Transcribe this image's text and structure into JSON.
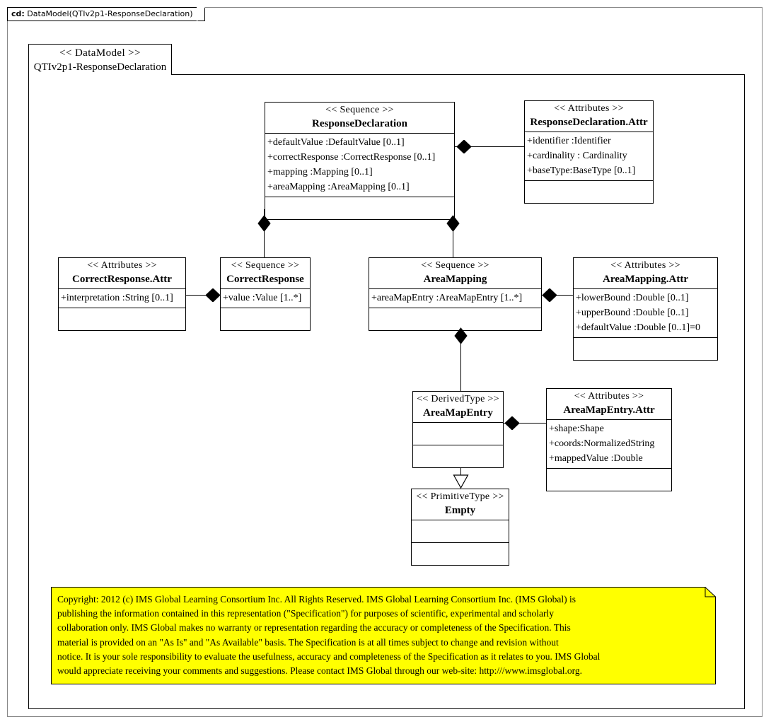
{
  "frame": {
    "kind": "cd:",
    "title": "DataModel(QTIv2p1-ResponseDeclaration)"
  },
  "package": {
    "stereotype": "<< DataModel >>",
    "name": "QTIv2p1-ResponseDeclaration"
  },
  "classes": {
    "response_declaration": {
      "stereotype": "<< Sequence >>",
      "name": "ResponseDeclaration",
      "attributes": [
        "+defaultValue  :DefaultValue  [0..1]",
        "+correctResponse :CorrectResponse [0..1]",
        "+mapping :Mapping [0..1]",
        "+areaMapping :AreaMapping [0..1]"
      ]
    },
    "response_declaration_attr": {
      "stereotype": "<< Attributes  >>",
      "name": "ResponseDeclaration.Attr",
      "attributes": [
        "+identifier  :Identifier",
        "+cardinality  : Cardinality",
        "+baseType:BaseType [0..1]"
      ]
    },
    "correct_response_attr": {
      "stereotype": "<< Attributes  >>",
      "name": "CorrectResponse.Attr",
      "attributes": [
        "+interpretation  :String [0..1]"
      ]
    },
    "correct_response": {
      "stereotype": "<< Sequence >>",
      "name": "CorrectResponse",
      "attributes": [
        "+value :Value [1..*]"
      ]
    },
    "area_mapping": {
      "stereotype": "<< Sequence >>",
      "name": "AreaMapping",
      "attributes": [
        "+areaMapEntry :AreaMapEntry [1..*]"
      ]
    },
    "area_mapping_attr": {
      "stereotype": "<< Attributes  >>",
      "name": "AreaMapping.Attr",
      "attributes": [
        "+lowerBound :Double [0..1]",
        "+upperBound :Double [0..1]",
        "+defaultValue  :Double [0..1]=0"
      ]
    },
    "area_map_entry": {
      "stereotype": "<< DerivedType >>",
      "name": "AreaMapEntry",
      "attributes": []
    },
    "area_map_entry_attr": {
      "stereotype": "<< Attributes  >>",
      "name": "AreaMapEntry.Attr",
      "attributes": [
        "+shape:Shape",
        "+coords:NormalizedString",
        "+mappedValue :Double"
      ]
    },
    "empty": {
      "stereotype": "<< PrimitiveType  >>",
      "name": "Empty",
      "attributes": []
    }
  },
  "note": {
    "background_color": "#ffff00",
    "lines": [
      "Copyright: 2012 (c) IMS Global Learning Consortium Inc.  All Rights Reserved.  IMS Global Learning Consortium Inc. (IMS Global) is",
      "publishing the information contained in this representation (\"Specification\") for purposes of scientific, experimental and scholarly",
      "collaboration only.  IMS Global makes no warranty or representation regarding the accuracy or completeness of the Specification.  This",
      "material is provided on an \"As Is\" and \"As Available\" basis.  The Specification is at all times subject to change and revision without",
      "notice.  It is your sole responsibility to evaluate the usefulness, accuracy and completeness of the Specification as it relates to you.  IMS Global",
      "would appreciate receiving your comments and suggestions.  Please contact IMS Global through our web-site: http:///www.imsglobal.org."
    ]
  }
}
